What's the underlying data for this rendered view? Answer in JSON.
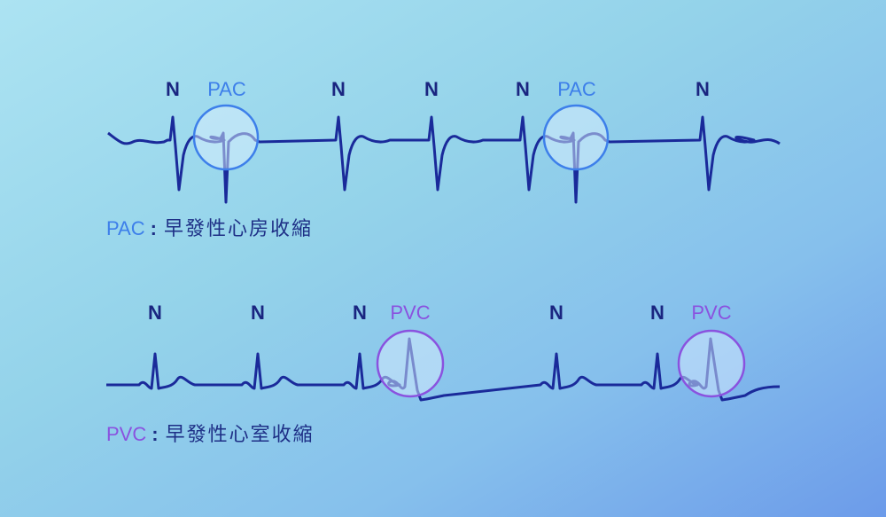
{
  "colors": {
    "normal": "#1a2580",
    "pac": "#3d7fea",
    "pvc": "#8a52df",
    "trace": "#1a2a9a"
  },
  "pac_strip": {
    "beats": [
      "N",
      "PAC",
      "N",
      "N",
      "N",
      "PAC",
      "N"
    ],
    "legend": {
      "abbr": "PAC",
      "colon": ":",
      "term": "早發性心房收縮"
    }
  },
  "pvc_strip": {
    "beats": [
      "N",
      "N",
      "N",
      "PVC",
      "N",
      "N",
      "PVC"
    ],
    "legend": {
      "abbr": "PVC",
      "colon": ":",
      "term": "早發性心室收縮"
    }
  }
}
